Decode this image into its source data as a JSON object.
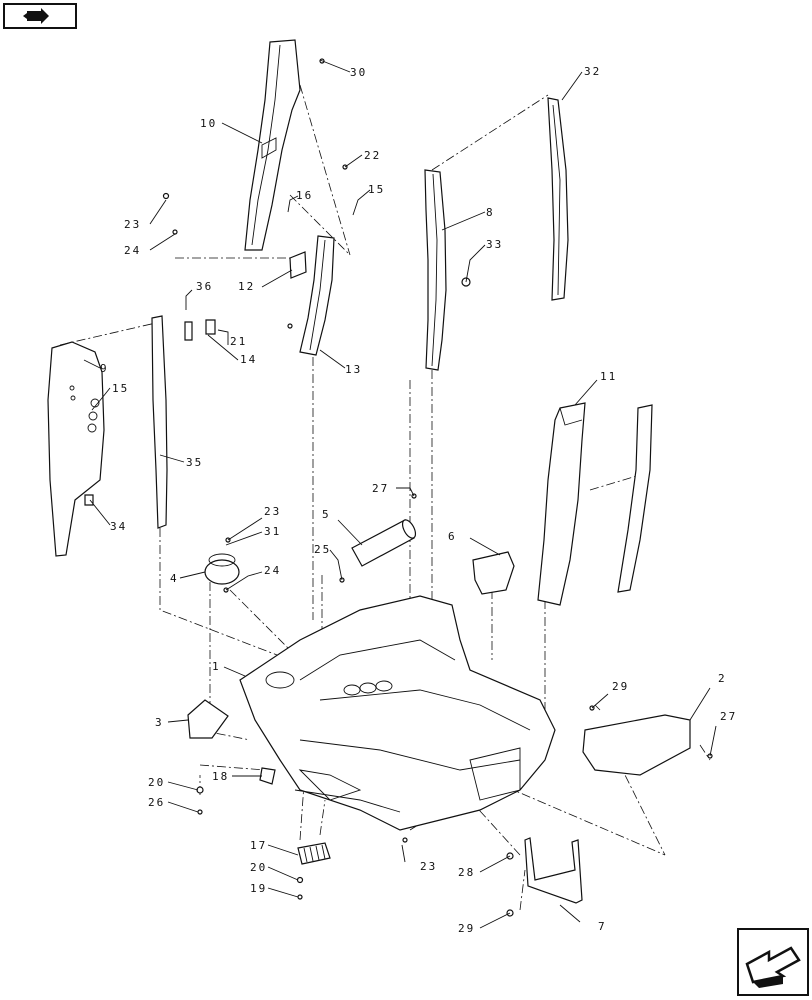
{
  "navigation": {
    "prev_icon": "prev-page-arrow-icon",
    "next_icon": "next-page-arrow-icon"
  },
  "callouts": {
    "c1": "1",
    "c2": "2",
    "c3": "3",
    "c4": "4",
    "c5": "5",
    "c6": "6",
    "c7": "7",
    "c8": "8",
    "c9": "9",
    "c10": "10",
    "c11": "11",
    "c12": "12",
    "c13": "13",
    "c14": "14",
    "c15a": "15",
    "c15b": "15",
    "c16": "16",
    "c17": "17",
    "c18": "18",
    "c19": "19",
    "c20a": "20",
    "c20b": "20",
    "c21": "21",
    "c22": "22",
    "c23a": "23",
    "c23b": "23",
    "c23c": "23",
    "c24a": "24",
    "c24b": "24",
    "c25": "25",
    "c26": "26",
    "c27a": "27",
    "c27b": "27",
    "c28": "28",
    "c29a": "29",
    "c29b": "29",
    "c30": "30",
    "c31": "31",
    "c32": "32",
    "c33": "33",
    "c34": "34",
    "c35": "35",
    "c36": "36"
  }
}
